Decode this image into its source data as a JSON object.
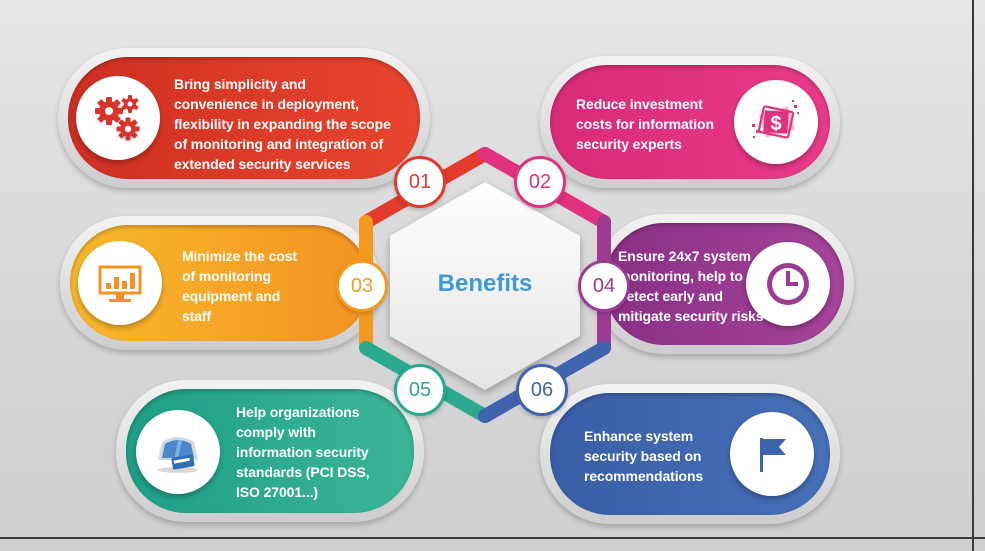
{
  "center": {
    "title": "Benefits"
  },
  "benefits": [
    {
      "number": "01",
      "text": [
        "Bring simplicity and",
        "convenience in deployment,",
        "flexibility in expanding the scope",
        "of monitoring and integration of",
        "extended security services"
      ],
      "icon": "gears-icon",
      "color": "#e23a2c"
    },
    {
      "number": "02",
      "text": [
        "Reduce investment",
        "costs for information",
        "security experts"
      ],
      "icon": "dollar-bill-icon",
      "color": "#e0327f"
    },
    {
      "number": "03",
      "text": [
        "Minimize the cost",
        "of monitoring",
        "equipment and",
        "staff"
      ],
      "icon": "monitor-chart-icon",
      "color": "#f39a1f"
    },
    {
      "number": "04",
      "text": [
        "Ensure 24x7 system",
        "monitoring, help to",
        "detect early and",
        "mitigate security risks"
      ],
      "icon": "clock-icon",
      "color": "#9b3c92"
    },
    {
      "number": "05",
      "text": [
        "Help organizations",
        "comply with",
        "information security",
        "standards (PCI DSS,",
        "ISO 27001...)"
      ],
      "icon": "security-card-icon",
      "color": "#2aa98e"
    },
    {
      "number": "06",
      "text": [
        "Enhance system",
        "security based on",
        "recommendations"
      ],
      "icon": "flag-icon",
      "color": "#3f64ad"
    }
  ]
}
